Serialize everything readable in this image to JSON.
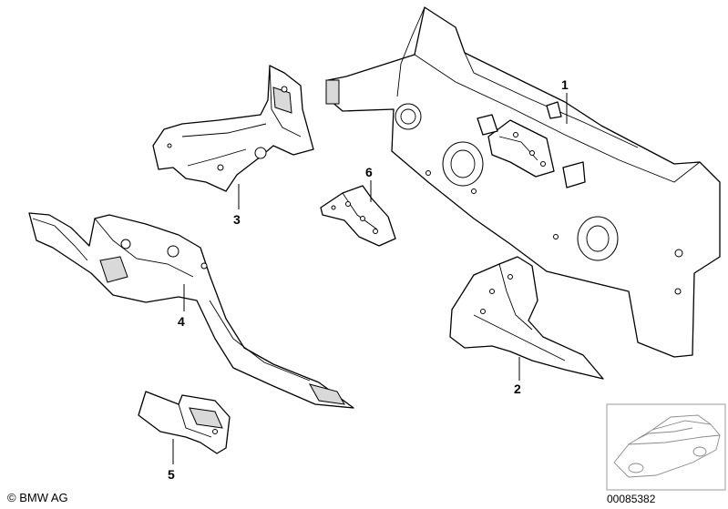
{
  "callouts": [
    {
      "id": "callout-1",
      "label": "1"
    },
    {
      "id": "callout-2",
      "label": "2"
    },
    {
      "id": "callout-3",
      "label": "3"
    },
    {
      "id": "callout-4",
      "label": "4"
    },
    {
      "id": "callout-5",
      "label": "5"
    },
    {
      "id": "callout-6",
      "label": "6"
    }
  ],
  "footer": {
    "copyright": "© BMW AG",
    "diagram_number": "00085382"
  }
}
